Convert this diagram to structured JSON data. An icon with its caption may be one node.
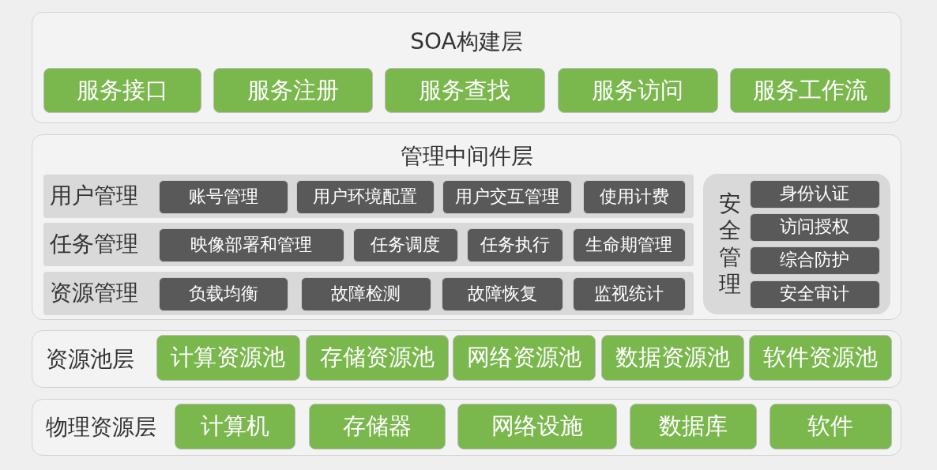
{
  "diagram": {
    "nodes": [
      {
        "text": [
          "SOA构建层"
        ]
      },
      {
        "text": [
          "服务接口"
        ],
        "in": 0
      },
      {
        "text": [
          "服务注册"
        ],
        "in": 0
      },
      {
        "text": [
          "服务查找"
        ],
        "in": 0
      },
      {
        "text": [
          "服务访问"
        ],
        "in": 0
      },
      {
        "text": [
          "服务工作流"
        ],
        "in": 0
      },
      {
        "text": [
          "管理中间件层"
        ]
      },
      {
        "text": [
          "用户管理"
        ],
        "in": 6
      },
      {
        "text": [
          "账号管理"
        ],
        "in": 7
      },
      {
        "text": [
          "用户环境配置"
        ],
        "in": 7
      },
      {
        "text": [
          "用户交互管理"
        ],
        "in": 7
      },
      {
        "text": [
          "使用计费"
        ],
        "in": 7
      },
      {
        "text": [
          "任务管理"
        ],
        "in": 6
      },
      {
        "text": [
          "映像部署和管理"
        ],
        "in": 12
      },
      {
        "text": [
          "任务调度"
        ],
        "in": 12
      },
      {
        "text": [
          "任务执行"
        ],
        "in": 12
      },
      {
        "text": [
          "生命期管理"
        ],
        "in": 12
      },
      {
        "text": [
          "资源管理"
        ],
        "in": 6
      },
      {
        "text": [
          "负载均衡"
        ],
        "in": 17
      },
      {
        "text": [
          "故障检测"
        ],
        "in": 17
      },
      {
        "text": [
          "故障恢复"
        ],
        "in": 17
      },
      {
        "text": [
          "监视统计"
        ],
        "in": 17
      },
      {
        "text": [
          "安全管理"
        ],
        "in": 6
      },
      {
        "text": [
          "身份认证"
        ],
        "in": 22
      },
      {
        "text": [
          "访问授权"
        ],
        "in": 22
      },
      {
        "text": [
          "综合防护"
        ],
        "in": 22
      },
      {
        "text": [
          "安全审计"
        ],
        "in": 22
      },
      {
        "text": [
          "资源池层"
        ]
      },
      {
        "text": [
          "计算资源池"
        ],
        "in": 27
      },
      {
        "text": [
          "存储资源池"
        ],
        "in": 27
      },
      {
        "text": [
          "网络资源池"
        ],
        "in": 27
      },
      {
        "text": [
          "数据资源池"
        ],
        "in": 27
      },
      {
        "text": [
          "软件资源池"
        ],
        "in": 27
      },
      {
        "text": [
          "物理资源层"
        ]
      },
      {
        "text": [
          "计算机"
        ],
        "in": 33
      },
      {
        "text": [
          "存储器"
        ],
        "in": 33
      },
      {
        "text": [
          "网络设施"
        ],
        "in": 33
      },
      {
        "text": [
          "数据库"
        ],
        "in": 33
      },
      {
        "text": [
          "软件"
        ],
        "in": 33
      }
    ]
  }
}
